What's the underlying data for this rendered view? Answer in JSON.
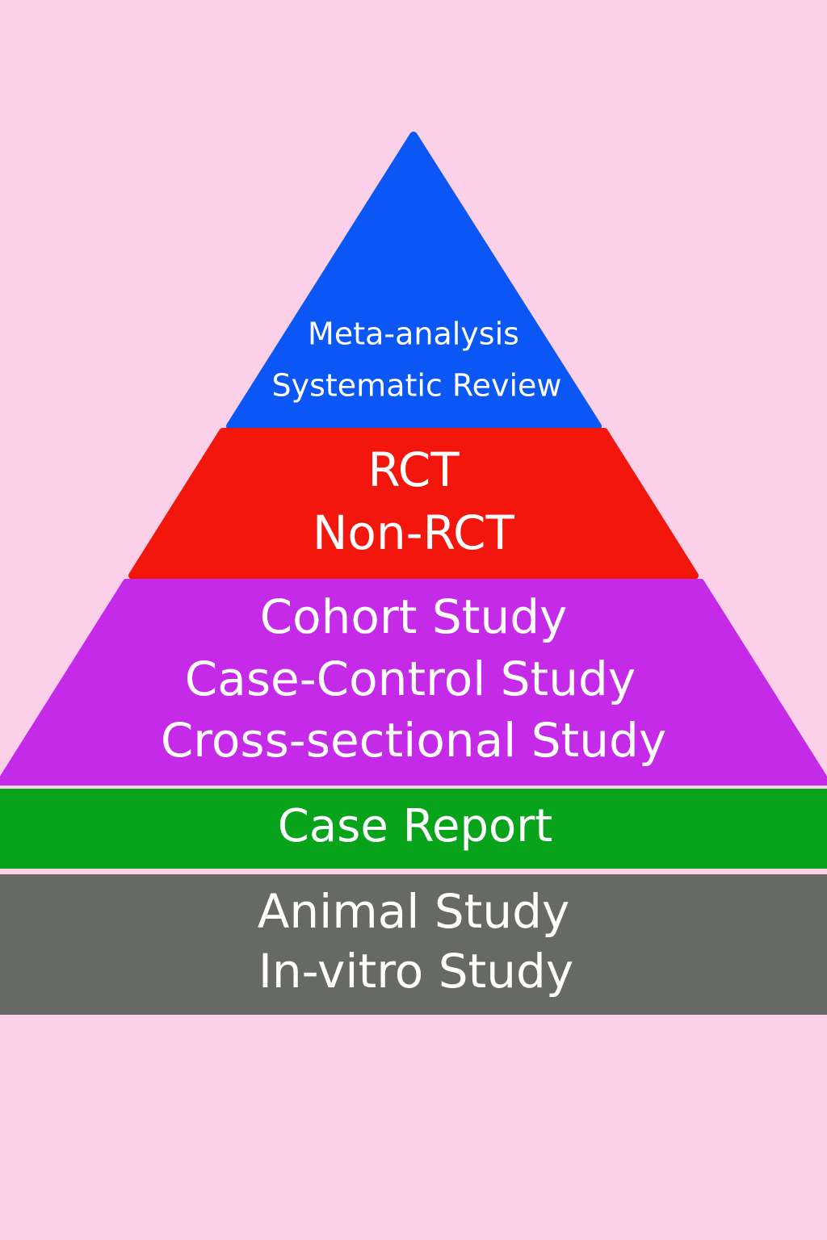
{
  "background_color": "#fcd0e8",
  "tiers": [
    {
      "name": "top",
      "color": "#0a57f6",
      "lines": [
        "Meta-analysis",
        "Systematic Review"
      ]
    },
    {
      "name": "second",
      "color": "#f3160d",
      "lines": [
        "RCT",
        "Non-RCT"
      ]
    },
    {
      "name": "third",
      "color": "#c42ae8",
      "lines": [
        "Cohort Study",
        "Case-Control Study",
        "Cross-sectional Study"
      ]
    },
    {
      "name": "fourth",
      "color": "#07a31a",
      "lines": [
        "Case Report"
      ]
    },
    {
      "name": "bottom",
      "color": "#676964",
      "lines": [
        "Animal Study",
        "In-vitro Study"
      ]
    }
  ]
}
